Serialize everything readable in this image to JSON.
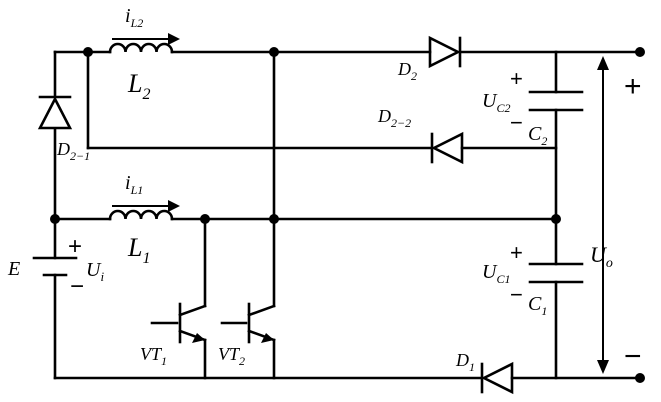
{
  "labels": {
    "iL2": {
      "main": "i",
      "sub": "L2"
    },
    "L2": {
      "main": "L",
      "sub": "2"
    },
    "D2": {
      "main": "D",
      "sub": "2"
    },
    "D2_2": {
      "main": "D",
      "sub": "2−2"
    },
    "D2_1": {
      "main": "D",
      "sub": "2−1"
    },
    "UC2": {
      "main": "U",
      "sub": "C2"
    },
    "C2": {
      "main": "C",
      "sub": "2"
    },
    "iL1": {
      "main": "i",
      "sub": "L1"
    },
    "L1": {
      "main": "L",
      "sub": "1"
    },
    "E": {
      "main": "E",
      "sub": ""
    },
    "Ui": {
      "main": "U",
      "sub": "i"
    },
    "UC1": {
      "main": "U",
      "sub": "C1"
    },
    "C1": {
      "main": "C",
      "sub": "1"
    },
    "Uo": {
      "main": "U",
      "sub": "o"
    },
    "VT1": {
      "main": "VT",
      "sub": "1"
    },
    "VT2": {
      "main": "VT",
      "sub": "2"
    },
    "D1": {
      "main": "D",
      "sub": "1"
    }
  },
  "signs": {
    "out_plus": "+",
    "out_minus": "−",
    "src_plus": "+",
    "src_minus": "−",
    "c2_plus": "+",
    "c2_minus": "−",
    "c1_plus": "+",
    "c1_minus": "−"
  }
}
